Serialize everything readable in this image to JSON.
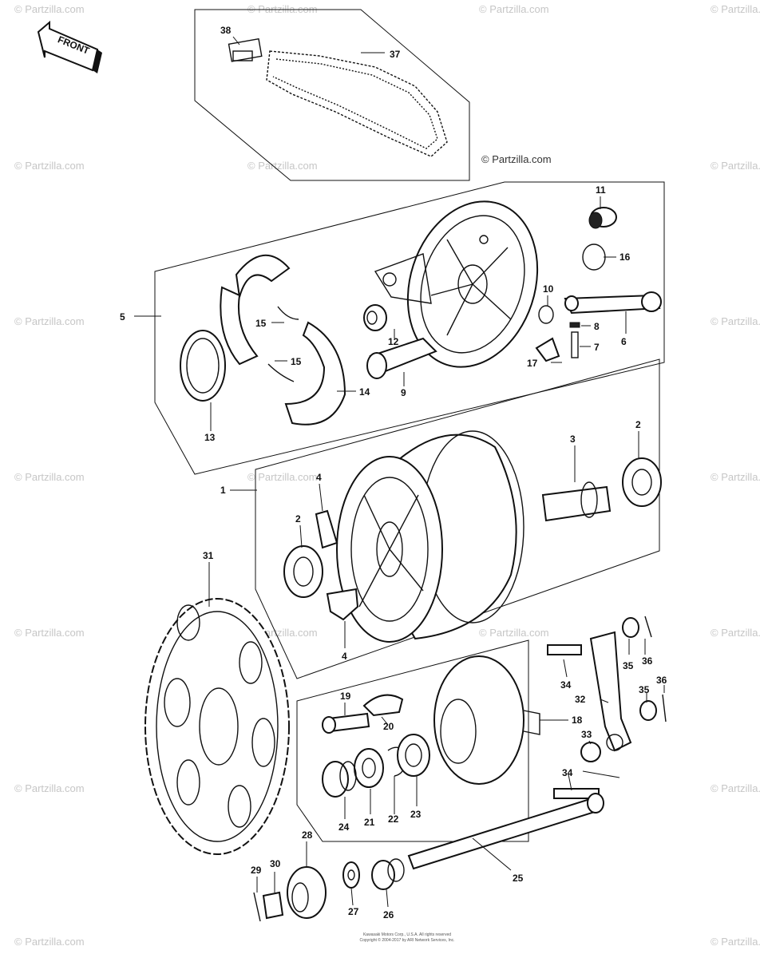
{
  "diagram": {
    "copyright": "© Partzilla.com",
    "watermark": "© Partzilla.com",
    "front_label": "FRONT",
    "footer_line1": "Kawasaki Motors Corp., U.S.A. All rights reserved",
    "footer_line2": "Copyright © 2004-2017 by ARI Network Services, Inc.",
    "callouts": [
      "1",
      "2",
      "3",
      "4",
      "5",
      "6",
      "7",
      "8",
      "9",
      "10",
      "11",
      "12",
      "13",
      "14",
      "15",
      "16",
      "17",
      "18",
      "19",
      "20",
      "21",
      "22",
      "23",
      "24",
      "25",
      "26",
      "27",
      "28",
      "29",
      "30",
      "31",
      "32",
      "33",
      "34",
      "35",
      "36",
      "37",
      "38"
    ]
  }
}
